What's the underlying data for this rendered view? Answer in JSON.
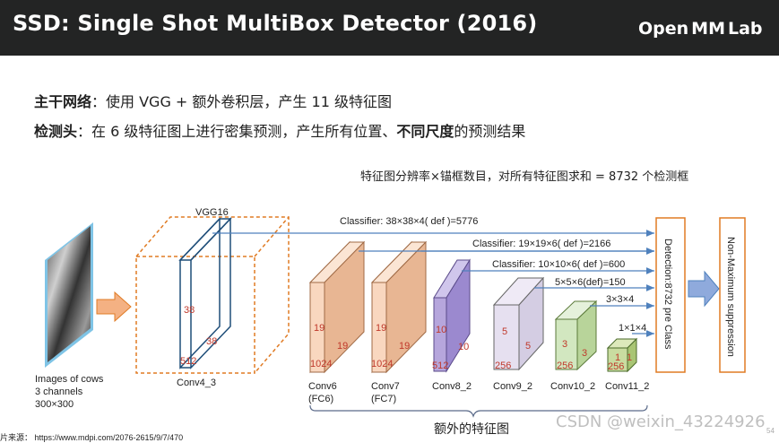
{
  "header": {
    "title": "SSD: Single Shot MultiBox Detector (2016)",
    "logo_open": "Open",
    "logo_mm": "MM",
    "logo_lab": "Lab"
  },
  "bullets": {
    "backbone_label": "主干网络",
    "backbone_text": "：使用 VGG + 额外卷积层，产生 11 级特征图",
    "head_label": "检测头",
    "head_text_a": "：在 6 级特征图上进行密集预测，产生所有位置、",
    "head_text_bold": "不同尺度",
    "head_text_b": "的预测结果"
  },
  "note": "特征图分辨率×锚框数目，对所有特征图求和 = 8732 个检测框",
  "diagram": {
    "input_caption": [
      "Images of cows",
      "3 channels",
      "300×300"
    ],
    "vgg_label": "VGG16",
    "conv4_label": "Conv4_3",
    "conv4_dims": [
      "38",
      "38",
      "512"
    ],
    "classifiers": [
      "Classifier: 38×38×4( def )=5776",
      "Classifier: 19×19×6( def )=2166",
      "Classifier: 10×10×6( def )=600",
      "5×5×6(def)=150",
      "3×3×4",
      "1×1×4"
    ],
    "blocks": [
      {
        "name": "Conv6",
        "sub": "(FC6)",
        "h": "19",
        "w": "19",
        "c": "1024"
      },
      {
        "name": "Conv7",
        "sub": "(FC7)",
        "h": "19",
        "w": "19",
        "c": "1024"
      },
      {
        "name": "Conv8_2",
        "sub": "",
        "h": "10",
        "w": "10",
        "c": "512"
      },
      {
        "name": "Conv9_2",
        "sub": "",
        "h": "5",
        "w": "5",
        "c": "256"
      },
      {
        "name": "Conv10_2",
        "sub": "",
        "h": "3",
        "w": "3",
        "c": "256"
      },
      {
        "name": "Conv11_2",
        "sub": "",
        "h": "1",
        "w": "1",
        "c": "256"
      }
    ],
    "detection_label": "Detection:8732 pre Class",
    "nms_label": "Non-Maximum suppression",
    "extra_label": "额外的特征图",
    "colors": {
      "peach": "#f9d7bf",
      "purple": "#b6a6dc",
      "lavender": "#e6e0f0",
      "green": "#d2e7c0",
      "olive": "#c9dca0",
      "orange": "#e07b24",
      "arrow_blue": "#4f81bd"
    }
  },
  "footer": {
    "source": "片来源：  https://www.mdpi.com/2076-2615/9/7/470",
    "watermark": "CSDN @weixin_43224926",
    "page": "54"
  }
}
